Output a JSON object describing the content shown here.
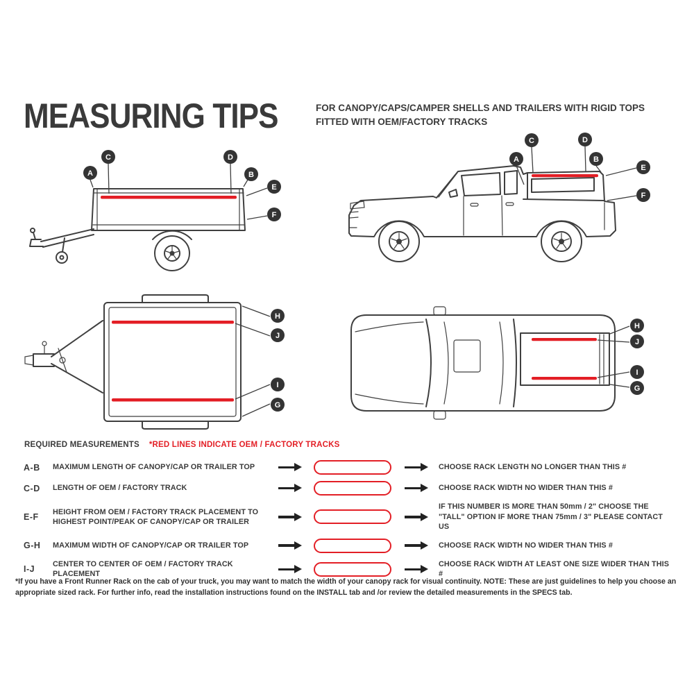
{
  "colors": {
    "red": "#e31e25",
    "ink": "#3a3a3a"
  },
  "header": {
    "title": "MEASURING TIPS",
    "subtitle": "FOR CANOPY/CAPS/CAMPER SHELLS AND TRAILERS WITH RIGID TOPS FITTED WITH OEM/FACTORY TRACKS"
  },
  "callouts": {
    "A": "A",
    "B": "B",
    "C": "C",
    "D": "D",
    "E": "E",
    "F": "F",
    "G": "G",
    "H": "H",
    "I": "I",
    "J": "J"
  },
  "legend": {
    "required_label": "REQUIRED MEASUREMENTS",
    "red_note": "*RED LINES INDICATE OEM / FACTORY TRACKS"
  },
  "measurements": [
    {
      "key": "A-B",
      "label": "MAXIMUM  LENGTH OF CANOPY/CAP OR TRAILER TOP",
      "result": "CHOOSE RACK LENGTH NO LONGER THAN THIS #"
    },
    {
      "key": "C-D",
      "label": "LENGTH OF OEM / FACTORY TRACK",
      "result": "CHOOSE RACK WIDTH NO WIDER THAN THIS #"
    },
    {
      "key": "E-F",
      "label": "HEIGHT FROM OEM / FACTORY TRACK PLACEMENT TO HIGHEST POINT/PEAK OF CANOPY/CAP OR TRAILER",
      "result": "IF THIS NUMBER IS MORE THAN 50mm / 2\" CHOOSE THE \"TALL\" OPTION IF MORE THAN 75mm / 3\" PLEASE CONTACT US"
    },
    {
      "key": "G-H",
      "label": "MAXIMUM  WIDTH OF CANOPY/CAP OR TRAILER TOP",
      "result": "CHOOSE RACK WIDTH NO WIDER THAN THIS #"
    },
    {
      "key": "I-J",
      "label": "CENTER TO CENTER OF OEM / FACTORY TRACK PLACEMENT",
      "result": "CHOOSE RACK WIDTH AT LEAST ONE SIZE WIDER THAN THIS #"
    }
  ],
  "footnote": "*If you have a Front Runner Rack on the cab of your truck, you may want to match the width of your canopy rack for visual continuity. NOTE: These are just guidelines to help you choose an appropriate sized rack. For further info, read the installation instructions found on the INSTALL tab and /or review the detailed measurements in the SPECS tab."
}
